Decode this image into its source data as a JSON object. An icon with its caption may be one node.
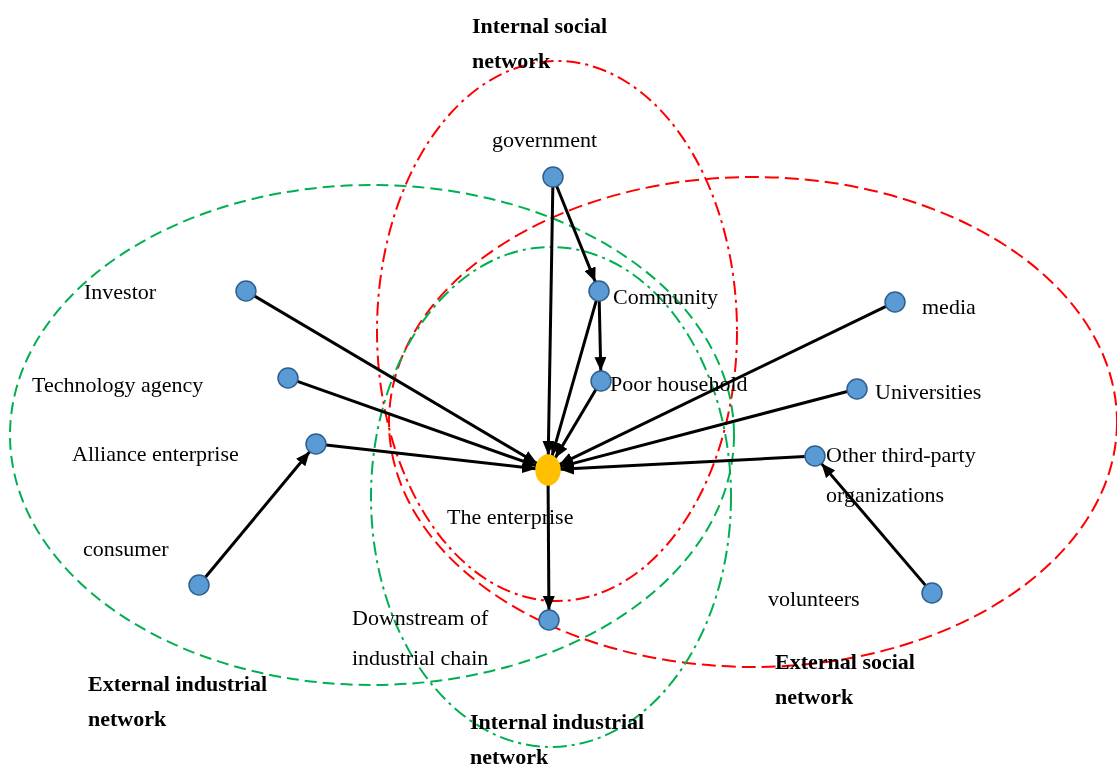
{
  "diagram": {
    "nodes": [
      {
        "text": [],
        "shape": "circle",
        "beside": [
          "government"
        ]
      },
      {
        "text": [],
        "shape": "circle",
        "beside": [
          "Investor"
        ]
      },
      {
        "text": [],
        "shape": "circle",
        "beside": [
          "Community"
        ]
      },
      {
        "text": [],
        "shape": "circle",
        "beside": [
          "media"
        ]
      },
      {
        "text": [],
        "shape": "circle",
        "beside": [
          "Technology agency"
        ]
      },
      {
        "text": [],
        "shape": "circle",
        "beside": [
          "Poor household"
        ]
      },
      {
        "text": [],
        "shape": "circle",
        "beside": [
          "Universities"
        ]
      },
      {
        "text": [],
        "shape": "circle",
        "beside": [
          "Alliance enterprise"
        ]
      },
      {
        "text": [],
        "shape": "circle",
        "beside": [
          "Other third-party organizations"
        ]
      },
      {
        "text": [],
        "shape": "circle",
        "beside": [
          "The enterprise"
        ]
      },
      {
        "text": [],
        "shape": "circle",
        "beside": [
          "consumer"
        ]
      },
      {
        "text": [],
        "shape": "circle",
        "beside": [
          "volunteers"
        ]
      },
      {
        "text": [],
        "shape": "circle",
        "beside": [
          "Downstream of industrial chain"
        ]
      }
    ],
    "edges": [
      {
        "from": 0,
        "to": 9,
        "arrow": "to"
      },
      {
        "from": 0,
        "to": 2,
        "arrow": "to"
      },
      {
        "from": 2,
        "to": 5,
        "arrow": "to"
      },
      {
        "from": 2,
        "to": 9,
        "arrow": "to"
      },
      {
        "from": 5,
        "to": 9,
        "arrow": "to"
      },
      {
        "from": 1,
        "to": 9,
        "arrow": "to"
      },
      {
        "from": 4,
        "to": 9,
        "arrow": "to"
      },
      {
        "from": 7,
        "to": 9,
        "arrow": "to"
      },
      {
        "from": 10,
        "to": 7,
        "arrow": "to"
      },
      {
        "from": 3,
        "to": 9,
        "arrow": "to"
      },
      {
        "from": 6,
        "to": 9,
        "arrow": "to"
      },
      {
        "from": 8,
        "to": 9,
        "arrow": "to"
      },
      {
        "from": 11,
        "to": 8,
        "arrow": "to"
      },
      {
        "from": 9,
        "to": 12,
        "arrow": "to"
      }
    ],
    "labels": [
      "Internal social network",
      "External social network",
      "External industrial network",
      "Internal industrial network"
    ]
  }
}
